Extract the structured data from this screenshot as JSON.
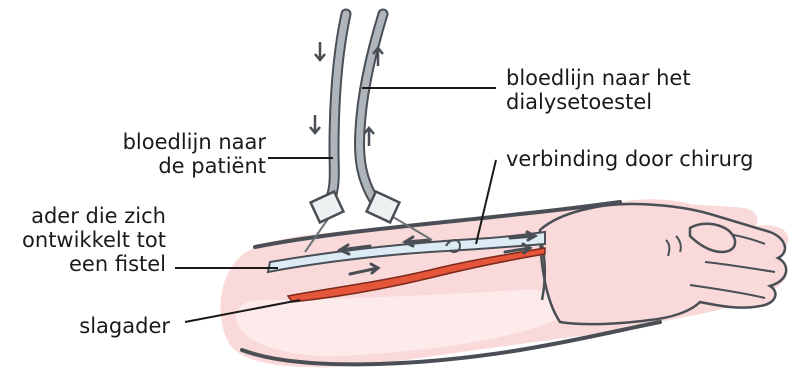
{
  "labels": {
    "bloodline_to_dialysis": [
      "bloedlijn naar het",
      "dialysetoestel"
    ],
    "bloodline_to_patient": [
      "bloedlijn naar",
      "de patiënt"
    ],
    "surgeon_connection": "verbinding door chirurg",
    "vein_fistula": [
      "ader die zich",
      "ontwikkelt tot",
      "een fistel"
    ],
    "artery": "slagader"
  },
  "colors": {
    "skin": "#f9d9d9",
    "skin_light": "#fdeaea",
    "outline": "#4a4f55",
    "vein": "#dcebf4",
    "artery": "#e4553a",
    "tube": "#9ea7ad"
  }
}
